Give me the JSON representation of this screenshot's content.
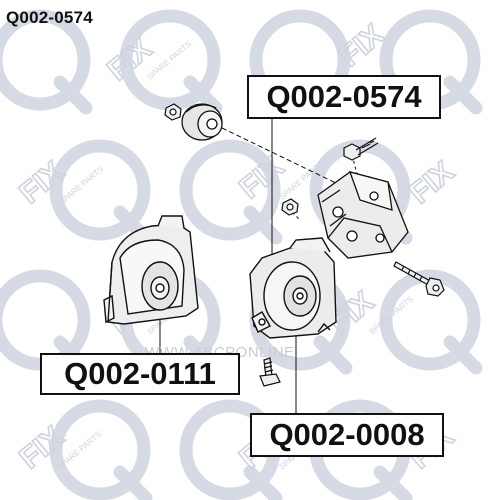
{
  "header": {
    "code": "Q002-0574"
  },
  "labels": {
    "top_right": "Q002-0574",
    "left": "Q002-0111",
    "bottom_right": "Q002-0008"
  },
  "watermark": {
    "text": "WWW.ABCPONLINE"
  },
  "brand": {
    "logo_text": "FIX",
    "logo_tagline": "SPARE PARTS",
    "prefix_letter": "Q",
    "colors": {
      "logo_outline": "#ccd1de",
      "ink": "#111111",
      "part_fill": "#efefef"
    }
  }
}
